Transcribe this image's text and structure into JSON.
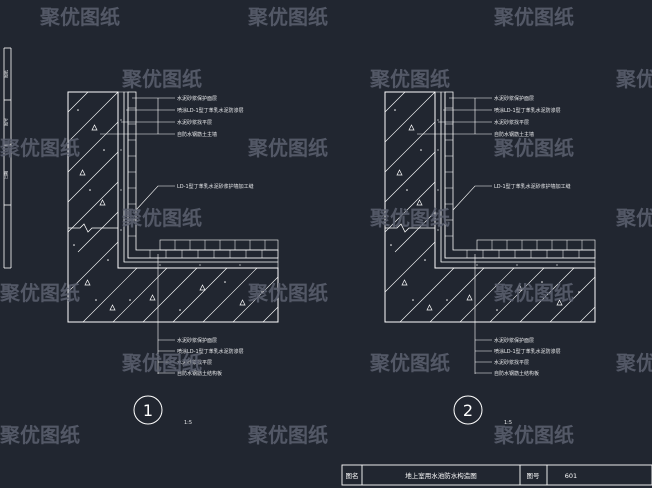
{
  "watermark": {
    "text": "聚优图纸"
  },
  "colors": {
    "background": "#212630",
    "line": "#ffffff",
    "leader": "#ffffff",
    "label": "#e9eaec",
    "watermark": "#5c6170"
  },
  "detail1": {
    "upper_labels": [
      "水泥砂浆保护面层",
      "喷涂LD-1型丁苯乳水泥防渗层",
      "水泥砂浆找平层",
      "自防水钢筋土主墙"
    ],
    "callout": "LD-1型丁苯乳水泥砂浆护墙加工缝",
    "lower_labels": [
      "水泥砂浆保护面层",
      "喷涂LD-1型丁苯乳水泥防渗层",
      "水泥砂浆找平层",
      "自防水钢筋土结构板"
    ],
    "number": "1",
    "scale": "1:5"
  },
  "detail2": {
    "upper_labels": [
      "水泥砂浆保护面层",
      "喷涂LD-1型丁苯乳水泥防渗层",
      "水泥砂浆找平层",
      "自防水钢筋土主墙"
    ],
    "callout": "LD-1型丁苯乳水泥砂浆护墙加工缝",
    "lower_labels": [
      "水泥砂浆保护面层",
      "喷涂LD-1型丁苯乳水泥防渗层",
      "水泥砂浆找平层",
      "自防水钢筋土结构板"
    ],
    "number": "2",
    "scale": "1:5"
  },
  "left_strip": {
    "labels": [
      "图纸",
      "图号",
      "日期"
    ]
  },
  "title_block": {
    "drawing_name_label": "图名",
    "drawing_name": "地上室用水池防水构造图",
    "drawing_no_label": "图号",
    "drawing_no": "601"
  }
}
